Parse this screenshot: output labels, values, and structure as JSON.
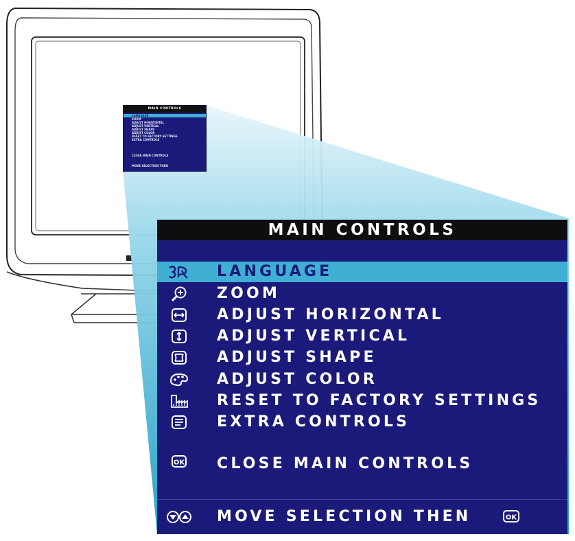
{
  "mini_osd": {
    "title": "MAIN CONTROLS",
    "items": [
      {
        "label": "LANGUAGE",
        "selected": true
      },
      {
        "label": "ZOOM"
      },
      {
        "label": "ADJUST HORIZONTAL"
      },
      {
        "label": "ADJUST VERTICAL"
      },
      {
        "label": "ADJUST SHAPE"
      },
      {
        "label": "ADJUST COLOR"
      },
      {
        "label": "RESET TO FACTORY SETTINGS"
      },
      {
        "label": "EXTRA CONTROLS"
      }
    ],
    "close_label": "CLOSE MAIN CONTROLS",
    "footer_label": "MOVE SELECTION THEN"
  },
  "osd": {
    "title": "MAIN CONTROLS",
    "items": [
      {
        "label": "LANGUAGE",
        "icon": "language-icon",
        "selected": true
      },
      {
        "label": "ZOOM",
        "icon": "zoom-icon"
      },
      {
        "label": "ADJUST HORIZONTAL",
        "icon": "horizontal-adjust-icon"
      },
      {
        "label": "ADJUST VERTICAL",
        "icon": "vertical-adjust-icon"
      },
      {
        "label": "ADJUST SHAPE",
        "icon": "shape-adjust-icon"
      },
      {
        "label": "ADJUST COLOR",
        "icon": "color-palette-icon"
      },
      {
        "label": "RESET TO FACTORY SETTINGS",
        "icon": "factory-icon"
      },
      {
        "label": "EXTRA CONTROLS",
        "icon": "extra-controls-icon"
      }
    ],
    "close_label": "CLOSE MAIN CONTROLS",
    "footer_label": "MOVE SELECTION THEN",
    "ok_text": "OK"
  },
  "colors": {
    "osd_background": "#1b1a7a",
    "title_bar": "#0e0e10",
    "highlight": "#3fb0d3",
    "beam": "#5cc3df",
    "text": "#ffffff"
  }
}
